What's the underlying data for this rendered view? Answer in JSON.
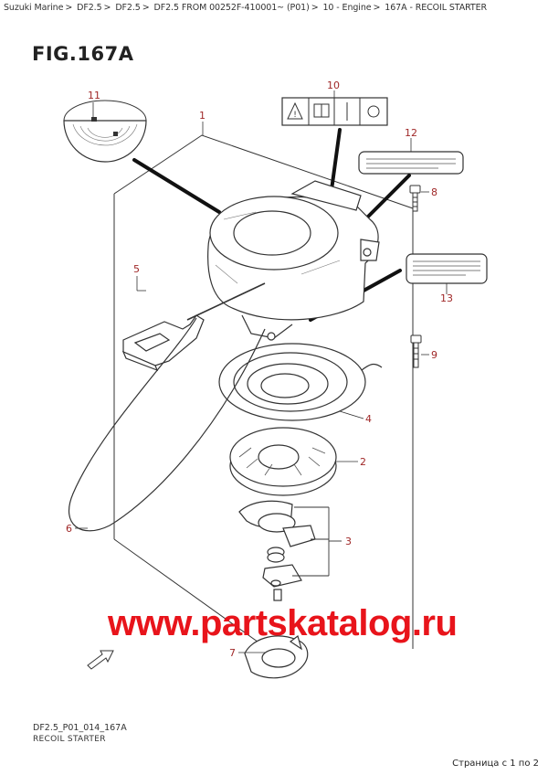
{
  "breadcrumb": {
    "items": [
      "Suzuki Marine",
      "DF2.5",
      "DF2.5",
      "DF2.5 FROM 00252F-410001~ (P01)",
      "10 - Engine",
      "167A - RECOIL STARTER"
    ],
    "separator": ">"
  },
  "figure": {
    "title": "FIG.167A"
  },
  "callouts": {
    "c1": "1",
    "c2": "2",
    "c3": "3",
    "c4": "4",
    "c5": "5",
    "c6": "6",
    "c7": "7",
    "c8": "8",
    "c9": "9",
    "c10": "10",
    "c11": "11",
    "c12": "12",
    "c13": "13"
  },
  "watermark": "www.partskatalog.ru",
  "footer": {
    "code": "DF2.5_P01_014_167A",
    "name": "RECOIL STARTER"
  },
  "pager": "Страница с 1 по 2",
  "colors": {
    "callout": "#a02828",
    "watermark": "#e8141b",
    "line": "#333333"
  }
}
